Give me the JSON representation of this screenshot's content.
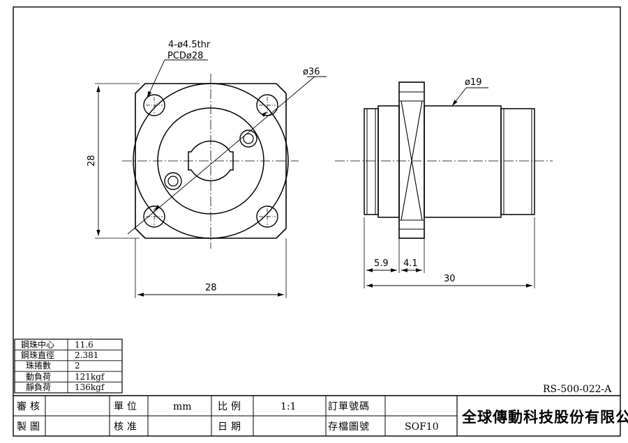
{
  "drawing": {
    "front_view": {
      "hole_callout_line1": "4-ø4.5thr",
      "hole_callout_line2": "PCDø28",
      "flange_dia": "ø36",
      "height_dim": "28",
      "width_dim": "28"
    },
    "side_view": {
      "body_dia": "ø19",
      "dim_a": "5.9",
      "dim_b": "4.1",
      "overall_length": "30"
    },
    "drawing_number": "RS-500-022-A"
  },
  "specs": [
    {
      "label": "鋼珠中心",
      "value": "11.6"
    },
    {
      "label": "鋼珠直徑",
      "value": "2.381"
    },
    {
      "label": "珠捲數",
      "value": "2"
    },
    {
      "label": "動負荷",
      "value": "121kgf"
    },
    {
      "label": "靜負荷",
      "value": "136kgf"
    }
  ],
  "title_block": {
    "review_label": "審核",
    "draw_label": "製圖",
    "unit_label": "單位",
    "unit_value": "mm",
    "approve_label": "核准",
    "scale_label": "比例",
    "scale_value": "1:1",
    "date_label": "日期",
    "order_label": "訂單號碼",
    "order_value": "",
    "file_label": "存檔圖號",
    "file_value": "SOF10",
    "company": "全球傳動科技股份有限公司"
  }
}
